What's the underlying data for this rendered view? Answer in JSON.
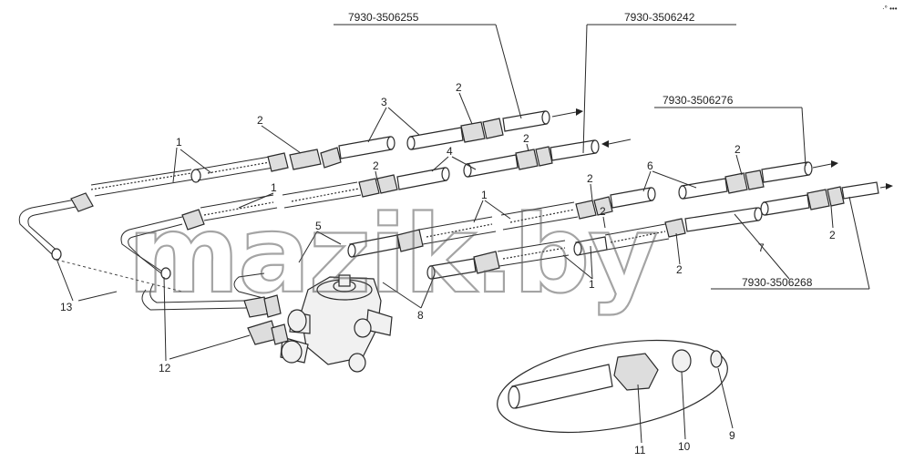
{
  "corner_mark": "·° •••",
  "watermark": "mazik.by",
  "part_numbers": {
    "pn_a": "7930-3506255",
    "pn_b": "7930-3506242",
    "pn_c": "7930-3506276",
    "pn_d": "7930-3506268"
  },
  "callouts": {
    "c1": "1",
    "c2": "2",
    "c3": "3",
    "c4": "4",
    "c5": "5",
    "c6": "6",
    "c7": "7",
    "c8": "8",
    "c9": "9",
    "c10": "10",
    "c11": "11",
    "c12": "12",
    "c13": "13"
  }
}
